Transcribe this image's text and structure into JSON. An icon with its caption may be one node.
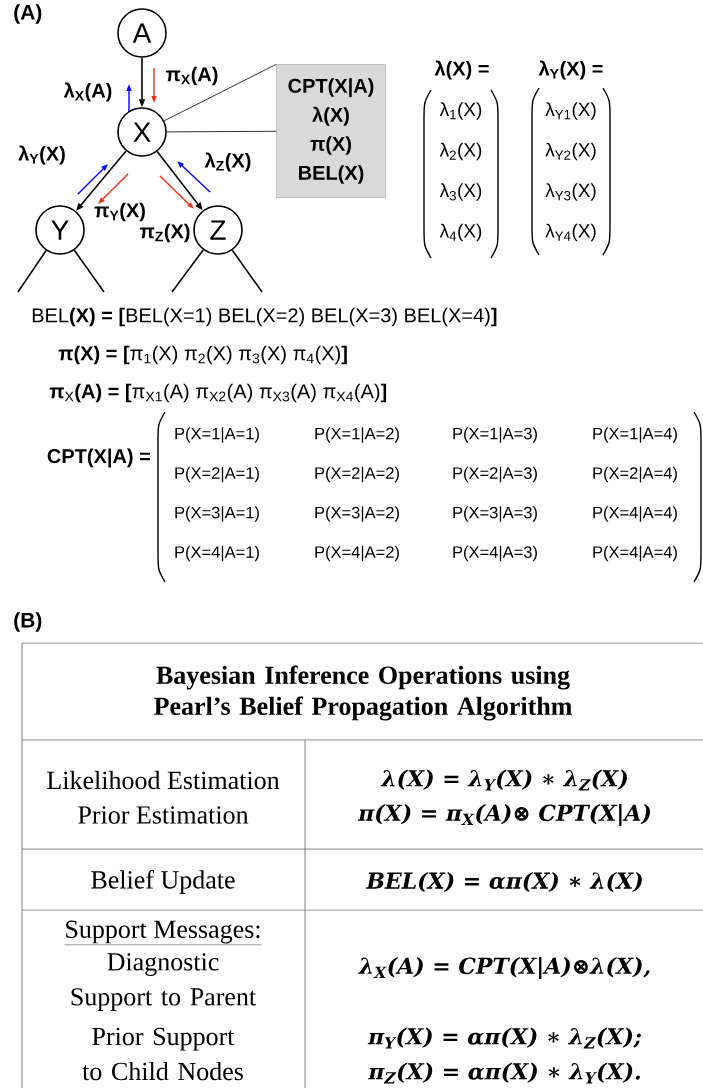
{
  "diagram": {
    "nodes": [
      {
        "text": [
          "A"
        ]
      },
      {
        "text": [
          "X"
        ]
      },
      {
        "text": [
          "Y"
        ]
      },
      {
        "text": [
          "Z"
        ]
      },
      {
        "text": [
          "CPT(X|A)",
          "λ(X)",
          "π(X)",
          "BEL(X)"
        ]
      }
    ],
    "edges": [
      {
        "from": 0,
        "to": 1,
        "arrow": "to"
      },
      {
        "from": 1,
        "to": 2,
        "arrow": "to"
      },
      {
        "from": 1,
        "to": 3,
        "arrow": "to"
      },
      {
        "from": 1,
        "to": 4,
        "arrow": "none"
      },
      {
        "from": 1,
        "to": 4,
        "arrow": "none"
      },
      {
        "from": 2,
        "to": null,
        "arrow": "none"
      },
      {
        "from": 2,
        "to": null,
        "arrow": "none"
      },
      {
        "from": 3,
        "to": null,
        "arrow": "none"
      },
      {
        "from": 3,
        "to": null,
        "arrow": "none"
      }
    ],
    "labels": [
      "(A)",
      "λ$_{X}$(A)",
      "π$_{X}$(A)",
      "λ$_{Y}$(X)",
      "λ$_{Z}$(X)",
      "π$_{Y}$(X)",
      "π$_{Z}$(X)",
      "λ(X) =",
      "λ$_{Y}$(X) =",
      "λ$_{1}$(X)",
      "λ$_{2}$(X)",
      "λ$_{3}$(X)",
      "λ$_{4}$(X)",
      "λ$_{Y1}$(X)",
      "λ$_{Y2}$(X)",
      "λ$_{Y3}$(X)",
      "λ$_{Y4}$(X)",
      "BEL**(X) = [**BEL(X=1) BEL(X=2) BEL(X=3) BEL(X=4)**]**",
      "**π(X) = [**π$_{1}$(X) π$_{2}$(X) π$_{3}$(X) π$_{4}$(X)**]**",
      "**π**$_{X}$**(A) = [**π$_{X1}$(A) π$_{X2}$(A) π$_{X3}$(A) π$_{X4}$(A)**]**",
      "CPT(X|A) =",
      "P(X=1|A=1)",
      "P(X=1|A=2)",
      "P(X=1|A=3)",
      "P(X=1|A=4)",
      "P(X=2|A=1)",
      "P(X=2|A=2)",
      "P(X=2|A=3)",
      "P(X=2|A=4)",
      "P(X=3|A=1)",
      "P(X=3|A=2)",
      "P(X=3|A=3)",
      "P(X=4|A=4)",
      "P(X=4|A=1)",
      "P(X=4|A=2)",
      "P(X=4|A=3)",
      "P(X=4|A=4)",
      "(B)",
      "Bayesian Inference Operations using Pearl’s Belief Propagation Algorithm",
      "Likelihood Estimation",
      "λ(X) = λ$_{Y}$(X) ∗ λ$_{Z}$(X)",
      "Prior Estimation",
      "π(X) = π$_{X}$(A)⊗ CPT(X|A)",
      "Belief Update",
      "BEL(X) = απ(X) ∗ λ(X)",
      "Support Messages:",
      "Diagnostic Support to Parent",
      "λ$_{X}$(A) = CPT(X|A)⊗λ(X),",
      "Prior Support to Child Nodes",
      "π$_{Y}$(X) = απ(X) ∗ λ$_{Z}$(X);",
      "π$_{Z}$(X) = απ(X) ∗ λ$_{Y}$(X)."
    ]
  }
}
